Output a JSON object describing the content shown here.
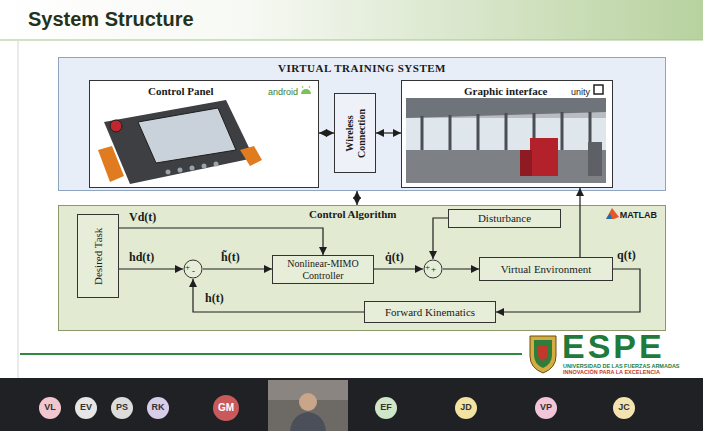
{
  "diagram": {
    "title": "System Structure",
    "nodes": [
      {
        "text": [
          "VIRTUAL TRAINING SYSTEM"
        ]
      },
      {
        "text": [
          "Control Panel",
          "android"
        ],
        "in": 0
      },
      {
        "text": [
          "Wireless Connection"
        ],
        "in": 0
      },
      {
        "text": [
          "Graphic interface",
          "unity"
        ],
        "in": 0
      },
      {
        "text": [
          "Control Algorithm",
          "MATLAB"
        ]
      },
      {
        "text": [
          "Desired Task"
        ],
        "in": 4
      },
      {
        "text": [
          "+",
          "-"
        ],
        "in": 4
      },
      {
        "text": [
          "Nonlinear-MIMO Controller"
        ],
        "in": 4
      },
      {
        "text": [
          "Disturbance"
        ],
        "in": 4
      },
      {
        "text": [
          "+",
          "+"
        ],
        "in": 4
      },
      {
        "text": [
          "Virtual Environment"
        ],
        "in": 4
      },
      {
        "text": [
          "Forward Kinematics"
        ],
        "in": 4
      }
    ],
    "edges": [
      {
        "from": 1,
        "to": 2,
        "arrow": "both"
      },
      {
        "from": 2,
        "to": 3,
        "arrow": "both"
      },
      {
        "from": 0,
        "to": 4,
        "arrow": "both"
      },
      {
        "from": 5,
        "to": 6,
        "label": "hd(t)",
        "arrow": "to"
      },
      {
        "from": 5,
        "to": 7,
        "label": "Vd(t)",
        "arrow": "to"
      },
      {
        "from": 6,
        "to": 7,
        "label": "h̃(t)",
        "arrow": "to"
      },
      {
        "from": 7,
        "to": 9,
        "label": "q̇(t)",
        "arrow": "to"
      },
      {
        "from": 8,
        "to": 9,
        "arrow": "to"
      },
      {
        "from": 9,
        "to": 10,
        "arrow": "to"
      },
      {
        "from": 10,
        "to": 3,
        "arrow": "to"
      },
      {
        "from": 10,
        "to": 11,
        "label": "q(t)",
        "arrow": "to"
      },
      {
        "from": 11,
        "to": 6,
        "label": "h(t)",
        "arrow": "to"
      }
    ],
    "labels": [
      "ESPE",
      "UNIVERSIDAD DE LAS FUERZAS ARMADAS",
      "INNOVACIÓN PARA LA EXCELENCIA",
      "VL",
      "EV",
      "PS",
      "RK",
      "GM",
      "EF",
      "JD",
      "VP",
      "JC"
    ]
  }
}
